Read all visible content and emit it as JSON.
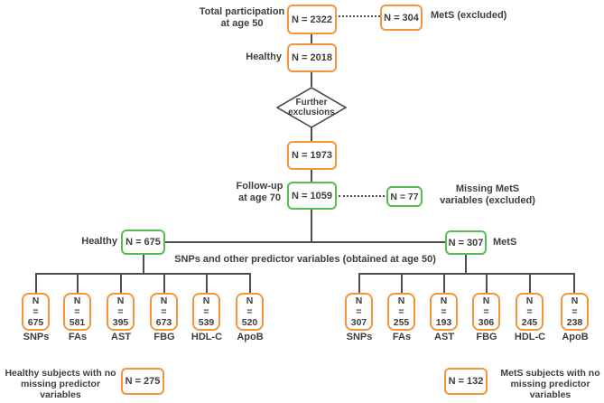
{
  "colors": {
    "orange_border": "#f79438",
    "green_border": "#56bc56",
    "line": "#4d4d4d",
    "text": "#3d3d3d"
  },
  "labels": {
    "n": "N",
    "eq": "="
  },
  "top": {
    "total_label": "Total participation\nat age 50",
    "total_box": "N = 2322",
    "excluded_box": "N = 304",
    "excluded_label": "MetS (excluded)",
    "healthy_label": "Healthy",
    "healthy_box": "N = 2018",
    "diamond": "Further\nexclusions",
    "after_exclusion_box": "N = 1973",
    "followup_label": "Follow-up\nat age 70",
    "followup_box": "N = 1059",
    "missing_box": "N = 77",
    "missing_label": "Missing MetS\nvariables (excluded)"
  },
  "split": {
    "healthy_label": "Healthy",
    "healthy_box": "N = 675",
    "mets_box": "N = 307",
    "mets_label": "MetS",
    "predictors_label": "SNPs and other predictor variables (obtained at age 50)"
  },
  "left_branch": {
    "boxes": [
      {
        "value": "675",
        "label": "SNPs"
      },
      {
        "value": "581",
        "label": "FAs"
      },
      {
        "value": "395",
        "label": "AST"
      },
      {
        "value": "673",
        "label": "FBG"
      },
      {
        "value": "539",
        "label": "HDL-C"
      },
      {
        "value": "520",
        "label": "ApoB"
      }
    ]
  },
  "right_branch": {
    "boxes": [
      {
        "value": "307",
        "label": "SNPs"
      },
      {
        "value": "255",
        "label": "FAs"
      },
      {
        "value": "193",
        "label": "AST"
      },
      {
        "value": "306",
        "label": "FBG"
      },
      {
        "value": "245",
        "label": "HDL-C"
      },
      {
        "value": "238",
        "label": "ApoB"
      }
    ]
  },
  "bottom": {
    "healthy_label": "Healthy subjects with no\nmissing predictor\nvariables",
    "healthy_box": "N = 275",
    "mets_box": "N = 132",
    "mets_label": "MetS subjects with no\nmissing predictor\nvariables"
  }
}
